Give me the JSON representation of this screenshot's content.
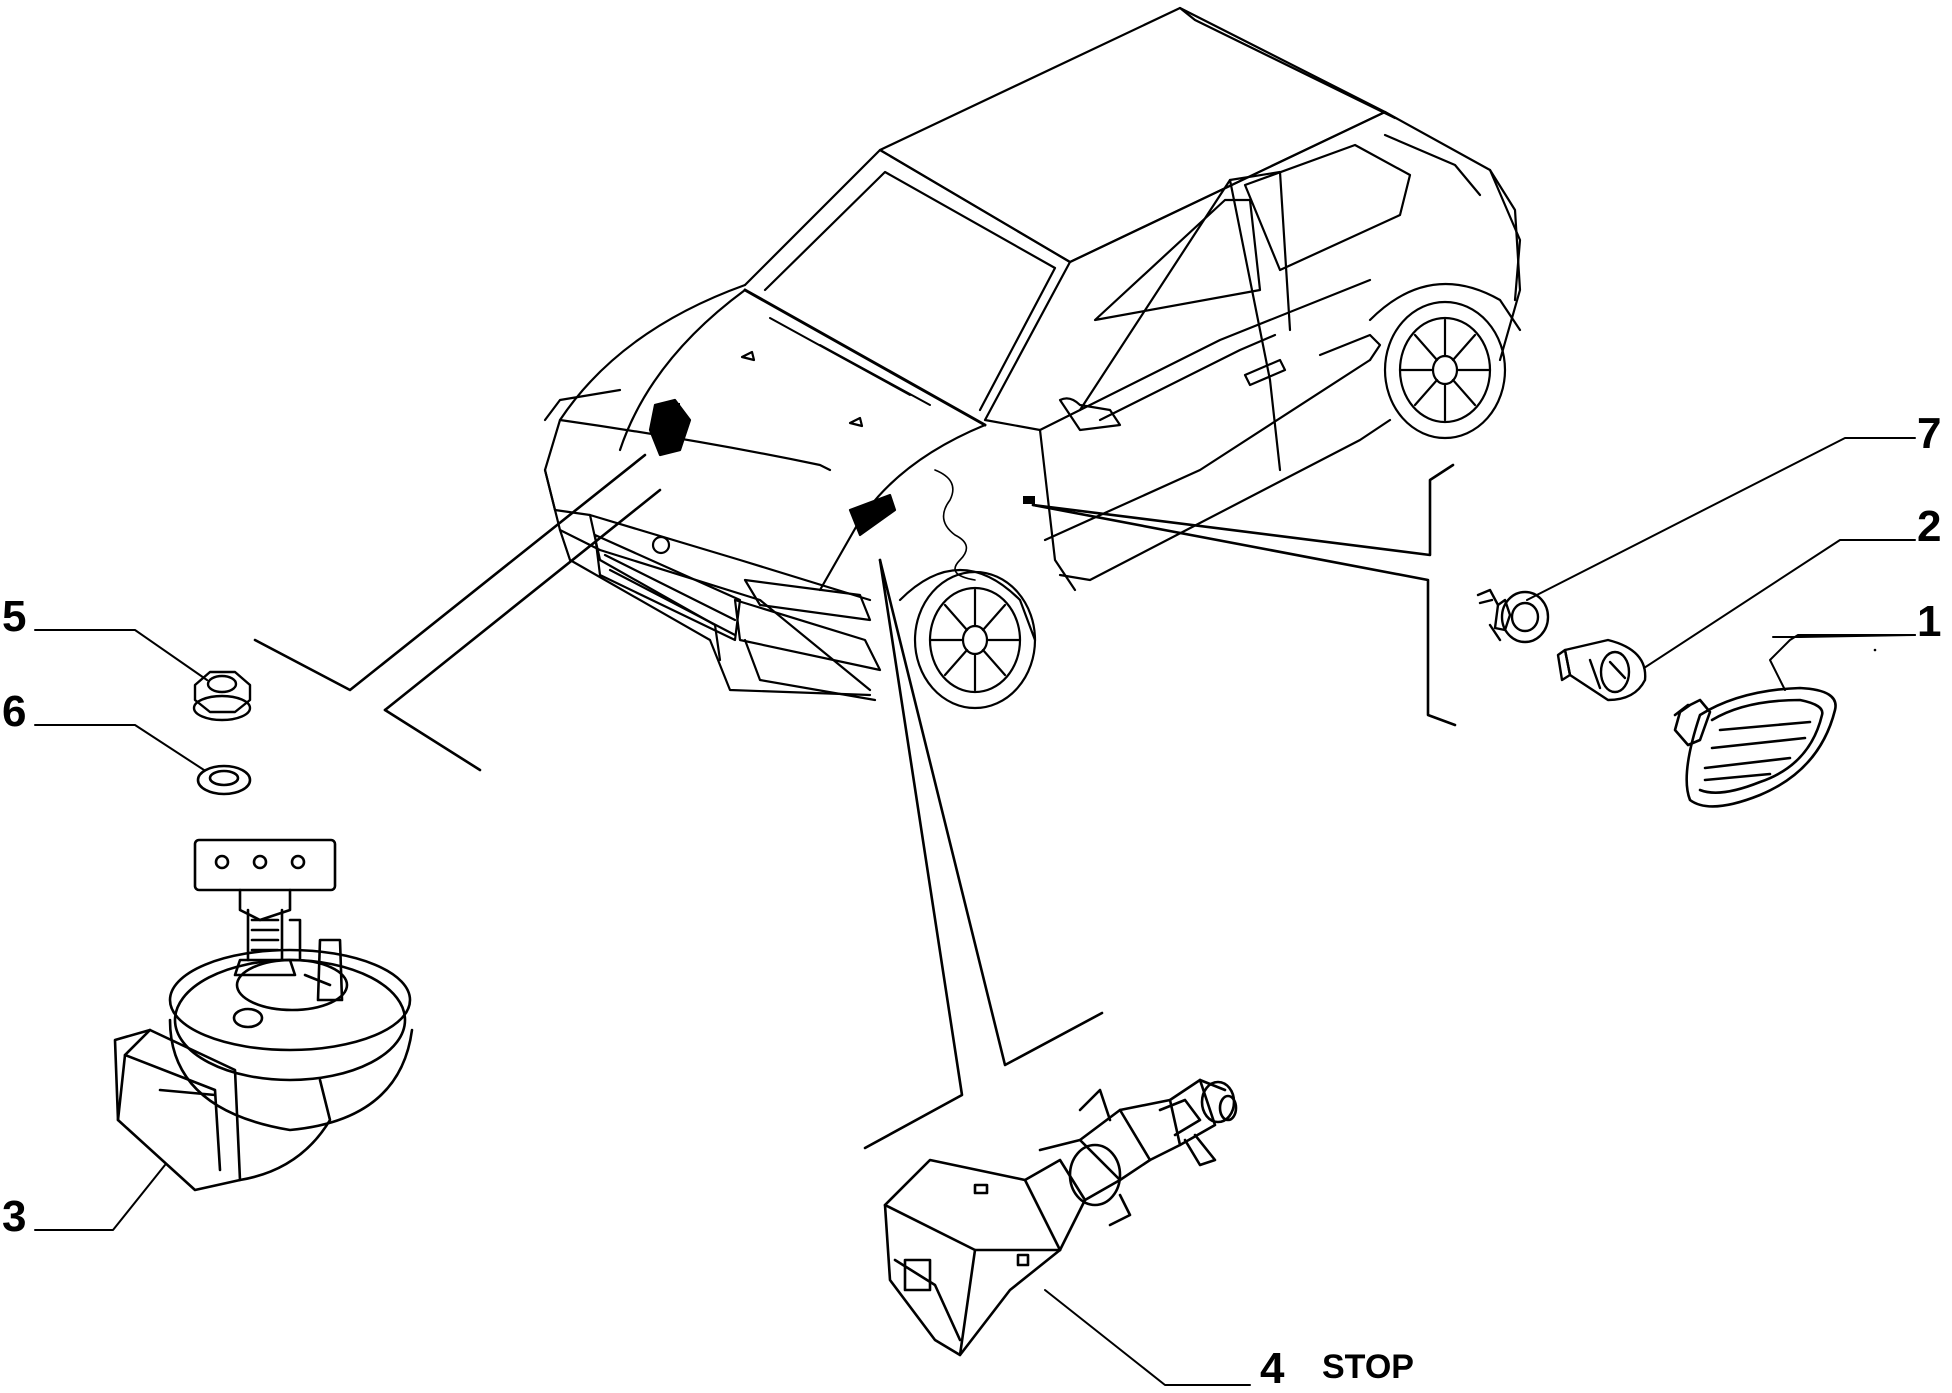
{
  "callouts": {
    "c1": "1",
    "c2": "2",
    "c3": "3",
    "c4": "4",
    "c5": "5",
    "c6": "6",
    "c7": "7"
  },
  "labels": {
    "stop": "STOP"
  }
}
